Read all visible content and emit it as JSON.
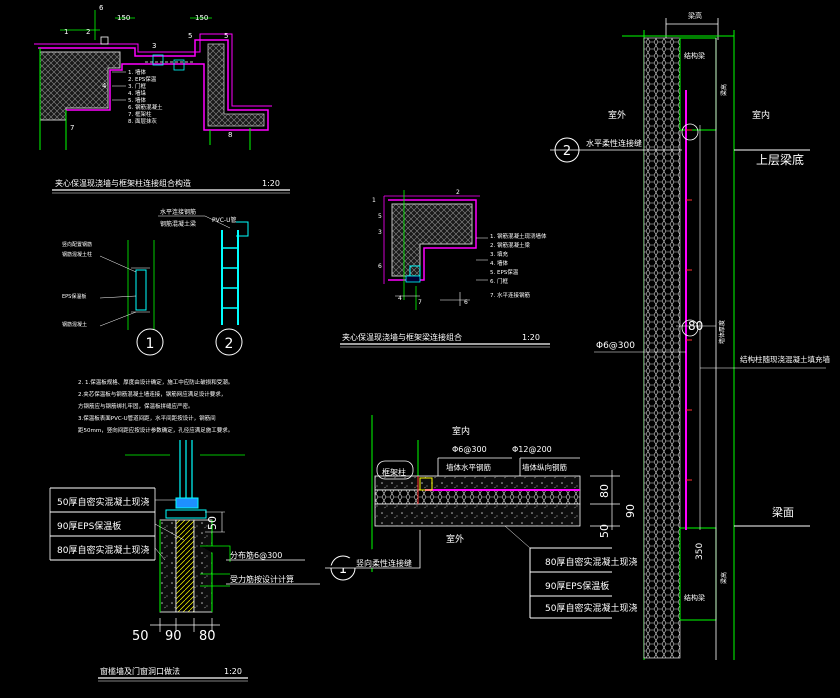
{
  "colors": {
    "background": "#000000",
    "green": "#00ff00",
    "white": "#ffffff",
    "cyan": "#00ffff",
    "magenta": "#ff00ff",
    "yellow": "#ffff00",
    "red": "#ff3030",
    "gray": "#c0c0c0"
  },
  "tl_detail": {
    "dims": [
      "6",
      "150",
      "150",
      "1",
      "2",
      "3",
      "5",
      "5",
      "4",
      "7",
      "8"
    ],
    "legend": [
      "1. 墙体",
      "2. EPS保温",
      "3. 门框",
      "4. 墙垛",
      "5. 墙体",
      "6. 钢筋混凝土",
      "7. 框架柱",
      "8. 面层抹灰"
    ],
    "title": "夹心保温现浇墙与框架柱连接组合构造",
    "scale": "1:20"
  },
  "mid_left": {
    "top_label": "水平连接钢筋",
    "top_label2": "钢筋混凝土梁",
    "pvc_label": "PVC-U管",
    "left_notes": [
      "竖向配置钢筋",
      "钢筋混凝土柱",
      "EPS保温板",
      "钢筋混凝土"
    ],
    "circle1": "1",
    "circle2": "2"
  },
  "notes": [
    "2. 1.保温板规格、厚度由设计确定，施工中应防止破损和受潮。",
    "2.夹芯保温板与钢筋混凝土墙连接，钢筋网应满足设计要求，",
    "方钢筋应与钢筋绑扎牢固，保温板拼缝应严密。",
    "3.保温板表面PVC-U管道间距，水平间距按设计，钢筋间",
    "距50mm，竖向间距应按设计参数确定，孔径应满足施工要求。"
  ],
  "bl_detail": {
    "labels": [
      "50厚自密实混凝土现浇",
      "90厚EPS保温板",
      "80厚自密实混凝土现浇"
    ],
    "rebar1": "分布筋6@300",
    "rebar2": "受力筋按设计计算",
    "dim50v": "50",
    "dims_bottom": [
      "50",
      "90",
      "80"
    ],
    "title": "窗槛墙及门窗洞口做法",
    "scale": "1:20"
  },
  "mid_detail": {
    "dims": [
      "2",
      "1",
      "5",
      "3",
      "6",
      "4",
      "7",
      "6"
    ],
    "legend": [
      "1. 钢筋混凝土现浇墙体",
      "2. 钢筋混凝土梁",
      "3. 填充",
      "4. 墙体",
      "5. EPS保温",
      "6. 门框",
      "7. 水平连接钢筋"
    ],
    "title": "夹心保温现浇墙与框架梁连接组合",
    "scale": "1:20"
  },
  "bc_detail": {
    "room_in": "室内",
    "room_out": "室外",
    "rebar_a": "Φ6@300",
    "rebar_b": "Φ12@200",
    "label_a": "墙体水平钢筋",
    "label_b": "墙体纵向钢筋",
    "column": "框架柱",
    "dims_r": [
      "80",
      "90",
      "50"
    ],
    "circle_num": "1",
    "callout": "竖向柔性连接缝",
    "labels": [
      "80厚自密实混凝土现浇",
      "90厚EPS保温板",
      "50厚自密实混凝土现浇"
    ]
  },
  "right_section": {
    "top_dim": "梁高",
    "beam_top": "结构梁",
    "beam_top_side": "梁高",
    "room_out": "室外",
    "room_in": "室内",
    "upper_beam": "上层梁底",
    "circle_num": "2",
    "callout": "水平柔性连接缝",
    "dim80": "80",
    "rebar": "Φ6@300",
    "wall_label": "墙体厚度",
    "right_label": "结构柱随现浇混凝土填充墙",
    "beam_face": "梁面",
    "beam_bottom": "结构梁",
    "dim350": "350",
    "beam_bottom_side": "梁高"
  }
}
